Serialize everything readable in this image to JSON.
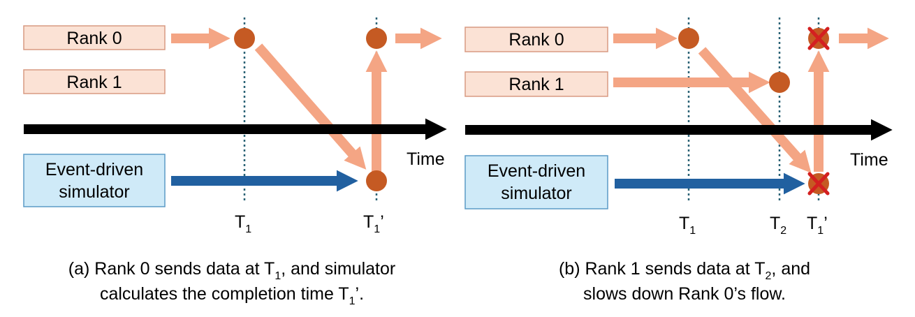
{
  "colors": {
    "rank_box_fill": "#fbe2d5",
    "rank_box_stroke": "#d89a82",
    "sim_box_fill": "#cfeaf8",
    "sim_box_stroke": "#5a9ac6",
    "flow_arrow": "#f4a584",
    "sim_arrow": "#2160a0",
    "timeline": "#000000",
    "event_dot": "#c55a23",
    "marker_line": "#2a6275",
    "cancel_cross": "#d42020"
  },
  "panels": [
    {
      "id": "a",
      "rank0": "Rank 0",
      "rank1": "Rank 1",
      "simulator_line1": "Event-driven",
      "simulator_line2": "simulator",
      "time": "Time",
      "ticks": [
        {
          "main": "T",
          "sub": "1",
          "suffix": ""
        },
        {
          "main": "T",
          "sub": "1",
          "suffix": "’"
        }
      ],
      "caption_line1": {
        "pre": "(a) Rank 0 sends data at T",
        "sub": "1",
        "post": ", and simulator"
      },
      "caption_line2": {
        "pre": "calculates the completion time T",
        "sub": "1",
        "post": "’."
      }
    },
    {
      "id": "b",
      "rank0": "Rank 0",
      "rank1": "Rank 1",
      "simulator_line1": "Event-driven",
      "simulator_line2": "simulator",
      "time": "Time",
      "ticks": [
        {
          "main": "T",
          "sub": "1",
          "suffix": ""
        },
        {
          "main": "T",
          "sub": "2",
          "suffix": ""
        },
        {
          "main": "T",
          "sub": "1",
          "suffix": "’"
        }
      ],
      "caption_line1": {
        "pre": "(b) Rank 1 sends data at T",
        "sub": "2",
        "post": ", and"
      },
      "caption_line2": {
        "pre": "slows down Rank 0’s flow.",
        "sub": "",
        "post": ""
      }
    }
  ]
}
